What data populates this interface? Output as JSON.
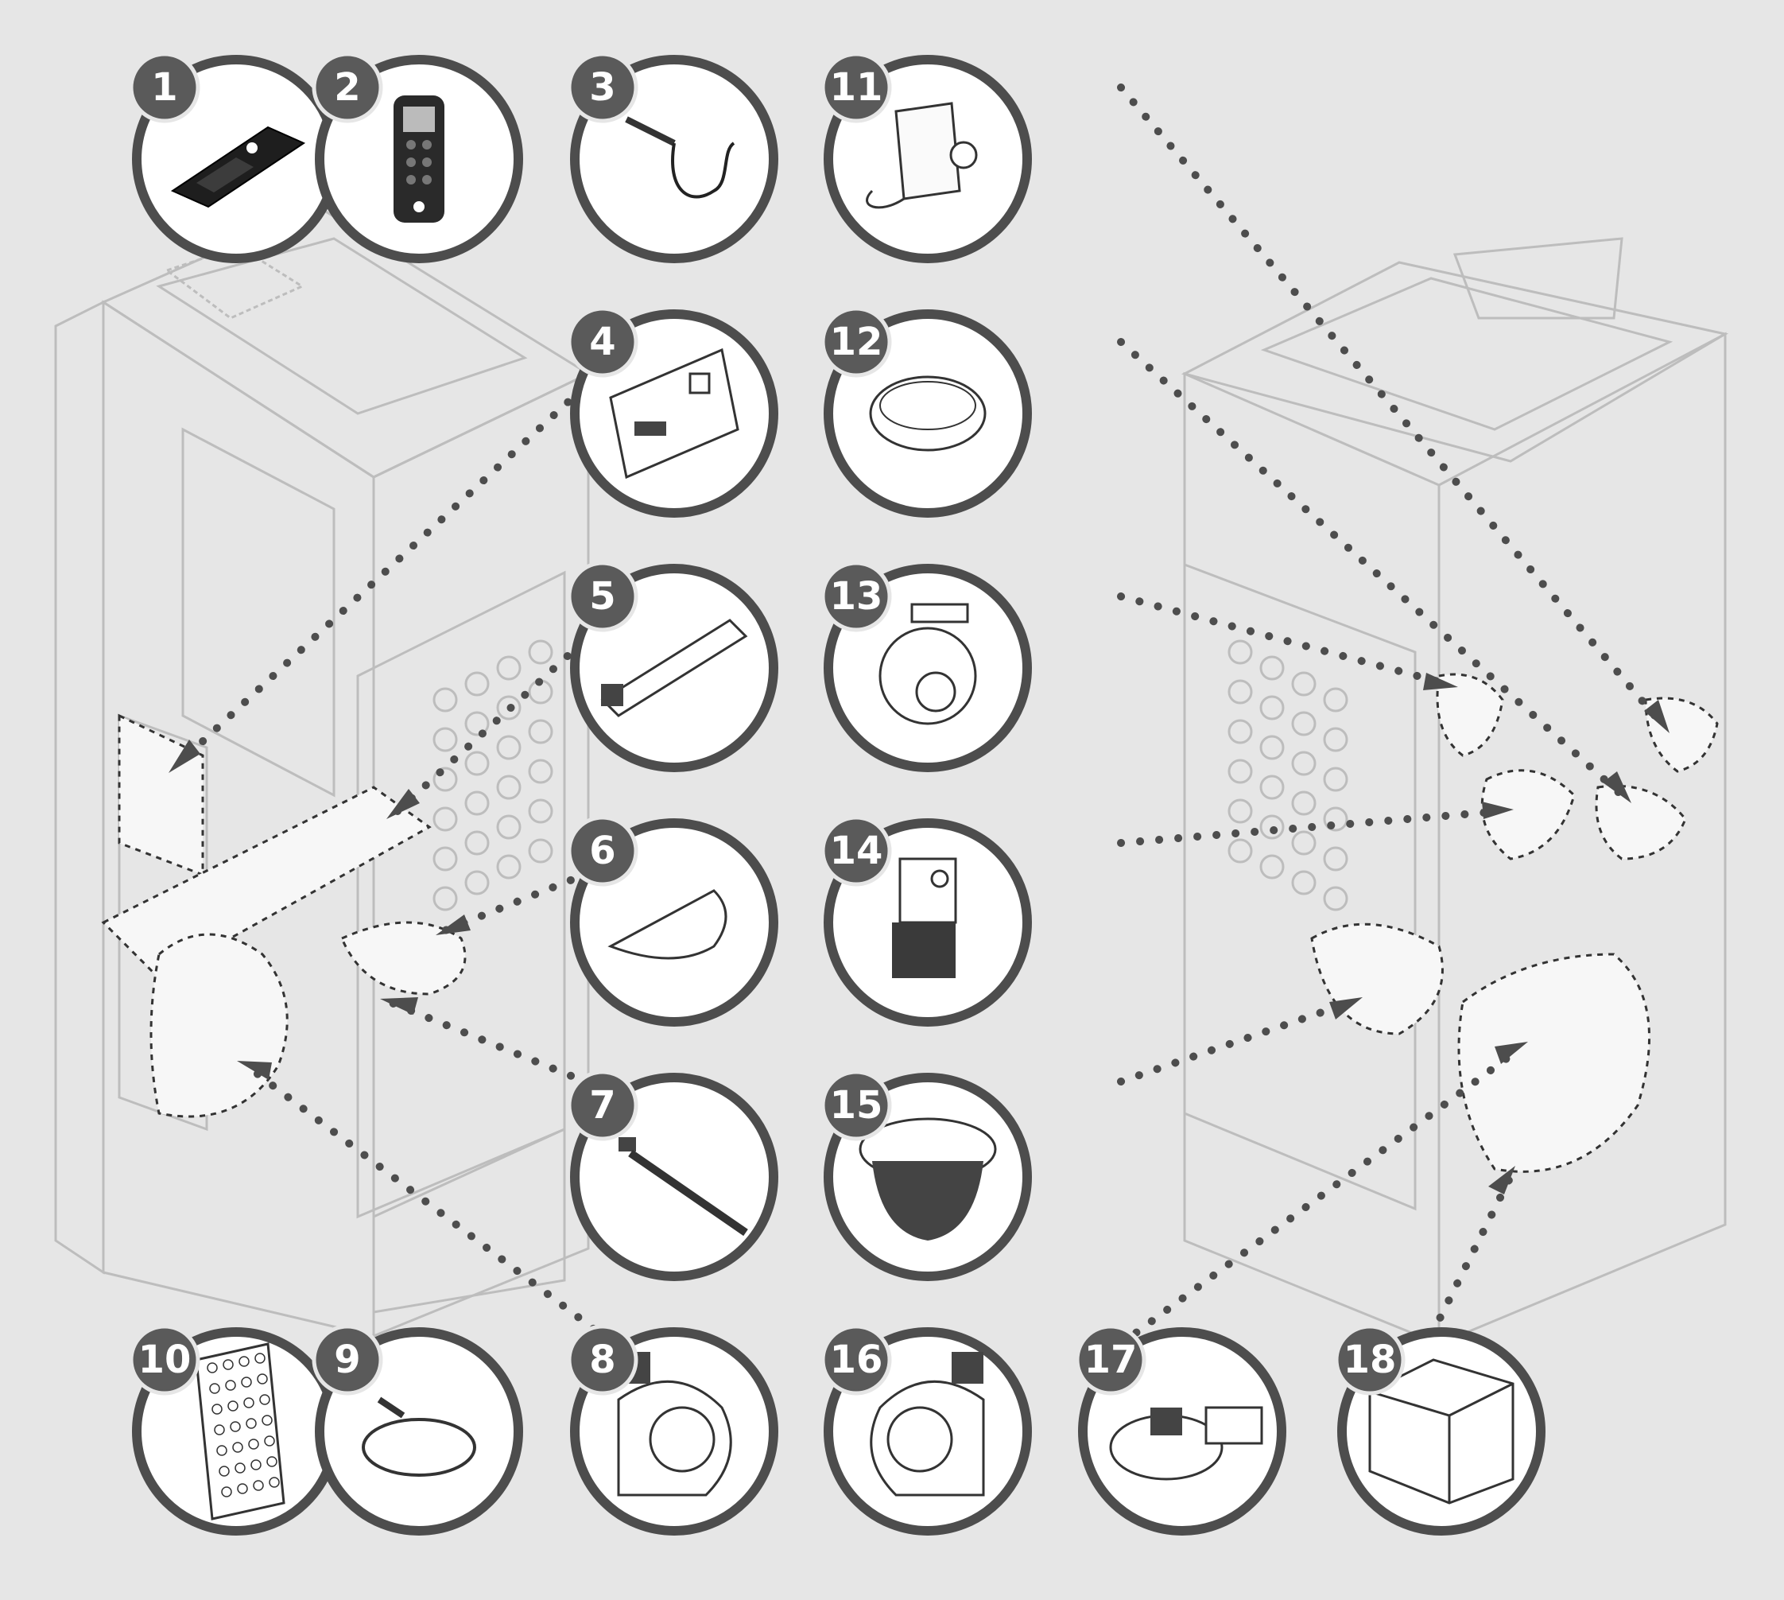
{
  "diagram": {
    "colors": {
      "background": "#e6e6e6",
      "circle_stroke": "#4d4d4d",
      "circle_fill": "#ffffff",
      "badge_fill": "#5a5a5a",
      "badge_text": "#ffffff",
      "leader": "#4d4d4d",
      "stove_outline": "#bdbdbd",
      "highlight_fill": "#f7f7f7"
    },
    "parts": [
      {
        "number": "1",
        "icon": "control-panel-icon"
      },
      {
        "number": "2",
        "icon": "remote-control-icon"
      },
      {
        "number": "3",
        "icon": "glow-plug-igniter-icon"
      },
      {
        "number": "11",
        "icon": "safety-thermostat-icon"
      },
      {
        "number": "4",
        "icon": "electronic-board-icon"
      },
      {
        "number": "12",
        "icon": "pressure-switch-icon"
      },
      {
        "number": "5",
        "icon": "igniter-resistor-icon"
      },
      {
        "number": "13",
        "icon": "differential-pressure-switch-icon"
      },
      {
        "number": "6",
        "icon": "deflector-plate-icon"
      },
      {
        "number": "14",
        "icon": "gear-motor-icon"
      },
      {
        "number": "7",
        "icon": "temperature-probe-icon"
      },
      {
        "number": "15",
        "icon": "burn-pot-icon"
      },
      {
        "number": "10",
        "icon": "perforated-panel-icon"
      },
      {
        "number": "9",
        "icon": "thermocouple-cable-icon"
      },
      {
        "number": "8",
        "icon": "ventilation-fan-icon"
      },
      {
        "number": "16",
        "icon": "ventilation-fan-mirrored-icon"
      },
      {
        "number": "17",
        "icon": "smoke-extractor-icon"
      },
      {
        "number": "18",
        "icon": "rear-cover-icon"
      }
    ]
  }
}
